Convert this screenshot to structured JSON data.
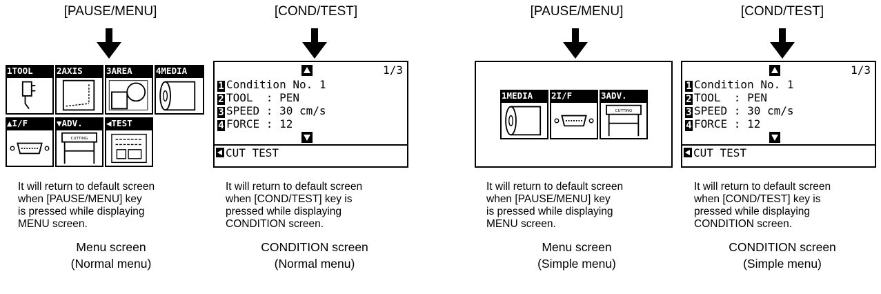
{
  "panels": [
    {
      "key": "[PAUSE/MENU]",
      "description": "It will return to default screen\nwhen [PAUSE/MENU] key\nis pressed while displaying\nMENU screen.",
      "caption_line1": "Menu screen",
      "caption_line2": "(Normal menu)",
      "menu_tabs": [
        "1",
        "TOOL",
        "2",
        "AXIS",
        "3",
        "AREA",
        "4",
        "MEDIA",
        "▲",
        "I/F",
        "▼",
        "ADV.",
        "◀",
        "TEST"
      ],
      "test_icon_text": "CUTTING"
    },
    {
      "key": "[COND/TEST]",
      "description": "It will return to default screen\nwhen [COND/TEST] key is\npressed while displaying\nCONDITION screen.",
      "caption_line1": "CONDITION screen",
      "caption_line2": "(Normal menu)",
      "page": "1/3",
      "rows": [
        {
          "num": "1",
          "text": "Condition No. 1"
        },
        {
          "num": "2",
          "text": "TOOL  : PEN"
        },
        {
          "num": "3",
          "text": "SPEED : 30 cm/s"
        },
        {
          "num": "4",
          "text": "FORCE : 12"
        }
      ],
      "footer": "CUT TEST"
    },
    {
      "key": "[PAUSE/MENU]",
      "description": "It will return to default screen\nwhen [PAUSE/MENU] key\nis pressed while displaying\nMENU screen.",
      "caption_line1": "Menu screen",
      "caption_line2": "(Simple menu)",
      "menu_tabs": [
        "1",
        "MEDIA",
        "2",
        "I/F",
        "3",
        "ADV."
      ],
      "test_icon_text": "CUTTING"
    },
    {
      "key": "[COND/TEST]",
      "description": "It will return to default screen\nwhen [COND/TEST] key is\npressed while displaying\nCONDITION screen.",
      "caption_line1": "CONDITION screen",
      "caption_line2": "(Simple menu)",
      "page": "1/3",
      "rows": [
        {
          "num": "1",
          "text": "Condition No. 1"
        },
        {
          "num": "2",
          "text": "TOOL  : PEN"
        },
        {
          "num": "3",
          "text": "SPEED : 30 cm/s"
        },
        {
          "num": "4",
          "text": "FORCE : 12"
        }
      ],
      "footer": "CUT TEST"
    }
  ]
}
